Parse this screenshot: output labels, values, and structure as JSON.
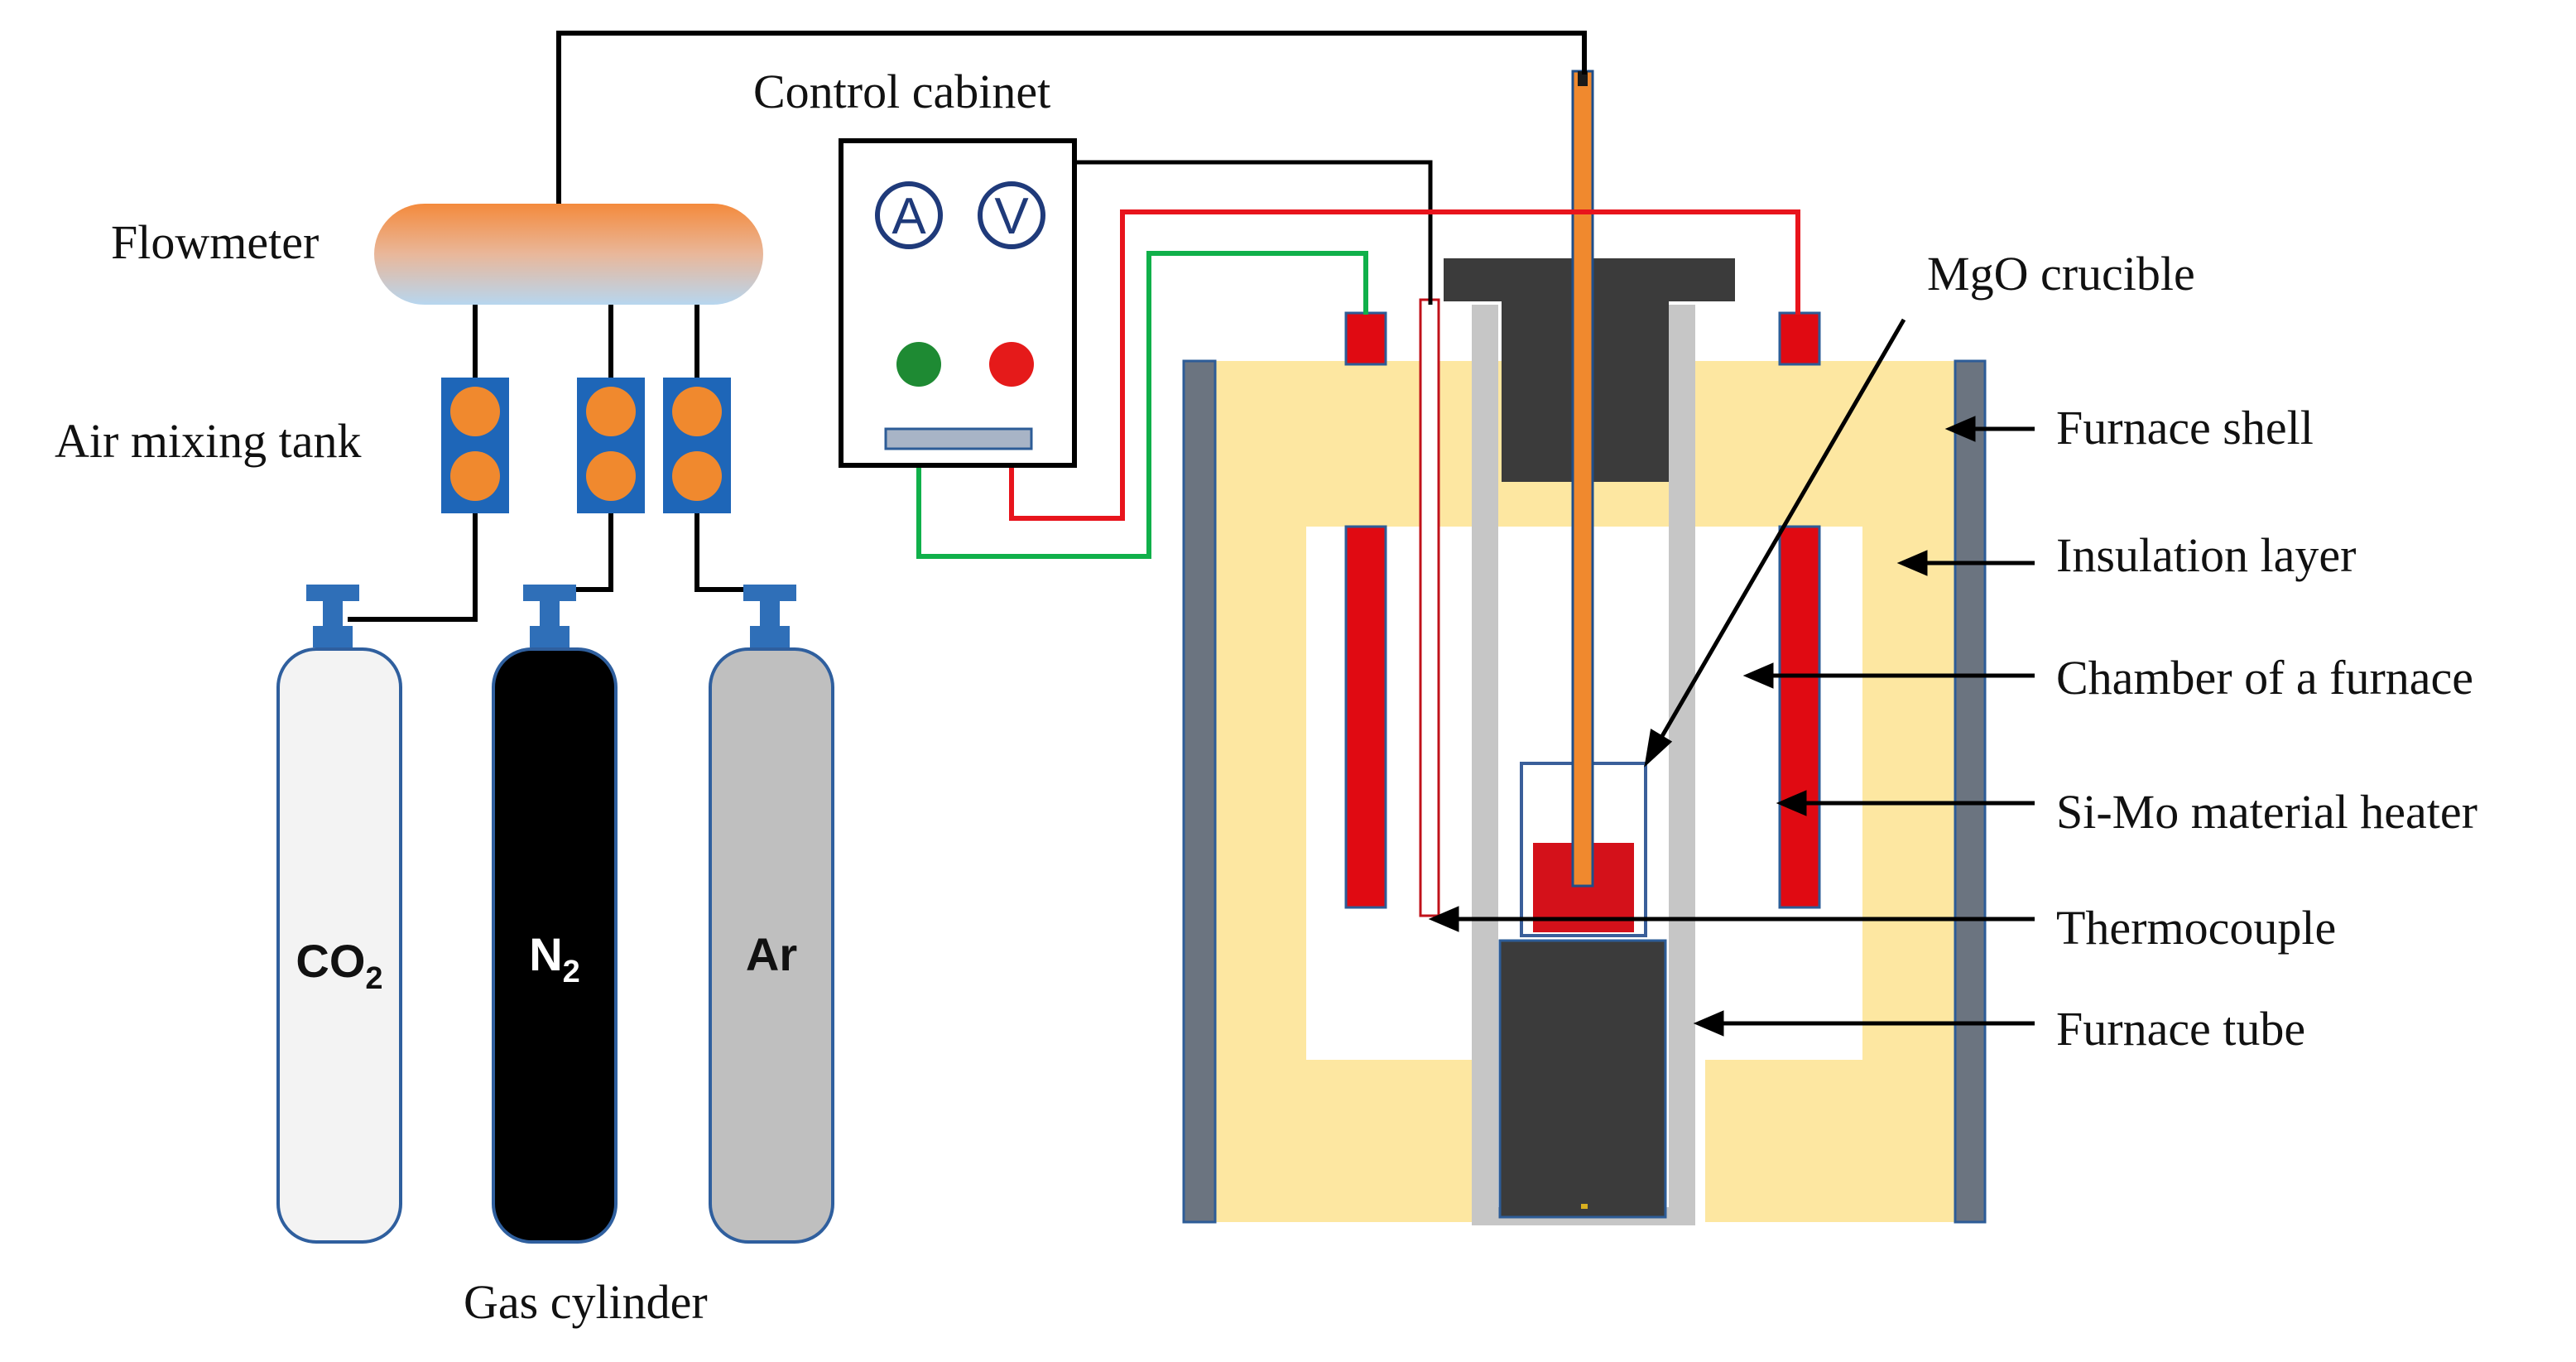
{
  "labels": {
    "control_cabinet": "Control cabinet",
    "flowmeter": "Flowmeter",
    "air_mixing_tank": "Air mixing tank",
    "gas_cylinder": "Gas cylinder",
    "mgo_crucible": "MgO crucible",
    "furnace_shell": "Furnace shell",
    "insulation_layer": "Insulation layer",
    "chamber": "Chamber of a furnace",
    "heater": "Si-Mo material heater",
    "thermocouple": "Thermocouple",
    "furnace_tube": "Furnace tube"
  },
  "cylinders": [
    {
      "base": "CO",
      "sub": "2",
      "fill": "#f3f3f3",
      "text_color": "#111111"
    },
    {
      "base": "N",
      "sub": "2",
      "fill": "#000000",
      "text_color": "#ffffff"
    },
    {
      "base": "Ar",
      "sub": "",
      "fill": "#bfbfbf",
      "text_color": "#111111"
    }
  ],
  "meters": {
    "ammeter": "A",
    "voltmeter": "V"
  },
  "colors": {
    "wire_black": "#000000",
    "wire_red": "#e8141c",
    "wire_green": "#10b04a",
    "valve_blue": "#2f6fb8",
    "tank_blue": "#1e66b8",
    "tank_ball": "#f0892e",
    "insulation": "#fde7a1",
    "shell": "#6b7480",
    "heater": "#e00a12",
    "tube_gray": "#c6c6c6",
    "dark_block": "#3b3b3b",
    "probe": "#f0892e",
    "indicator_green": "#1e8a33",
    "indicator_red": "#e51a1a"
  }
}
